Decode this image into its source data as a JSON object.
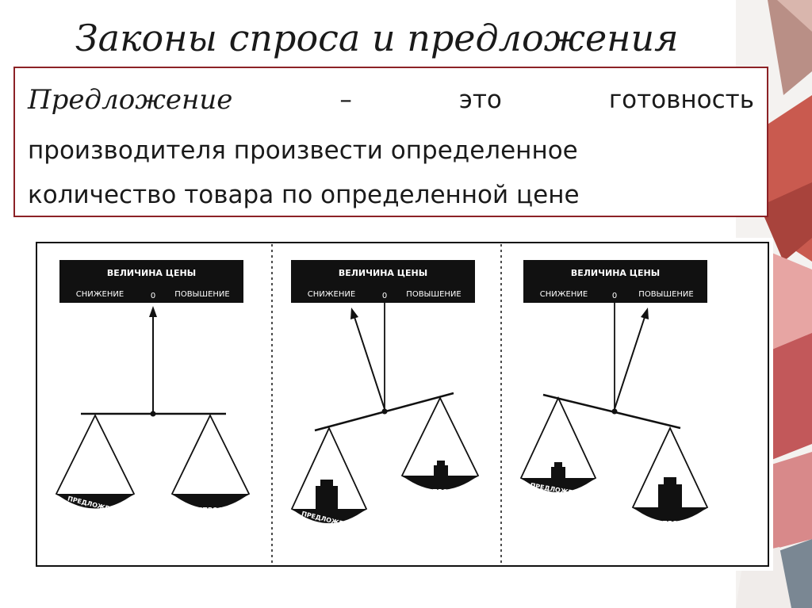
{
  "slide": {
    "title": "Законы спроса и предложения",
    "definition": {
      "term": "Предложение",
      "dash": "–",
      "word_1": "это",
      "word_2": "готовность",
      "line_2": "производителя произвести определенное",
      "line_3": "количество товара по определенной цене"
    }
  },
  "diagram": {
    "panels": [
      {
        "header_title": "ВЕЛИЧИНА ЦЕНЫ",
        "left_label": "СНИЖЕНИЕ",
        "zero": "0",
        "right_label": "ПОВЫШЕНИЕ",
        "left_pan_label": "ПРЕДЛОЖЕНИЕ",
        "right_pan_label": "СПРОС",
        "pointer": "0",
        "supply_weight": "none",
        "demand_weight": "none"
      },
      {
        "header_title": "ВЕЛИЧИНА ЦЕНЫ",
        "left_label": "СНИЖЕНИЕ",
        "zero": "0",
        "right_label": "ПОВЫШЕНИЕ",
        "left_pan_label": "ПРЕДЛОЖЕНИЕ",
        "right_pan_label": "СПРОС",
        "pointer": "СНИЖЕНИЕ",
        "supply_weight": "large",
        "demand_weight": "small"
      },
      {
        "header_title": "ВЕЛИЧИНА ЦЕНЫ",
        "left_label": "СНИЖЕНИЕ",
        "zero": "0",
        "right_label": "ПОВЫШЕНИЕ",
        "left_pan_label": "ПРЕДЛОЖЕНИЕ",
        "right_pan_label": "СПРОС",
        "pointer": "ПОВЫШЕНИЕ",
        "supply_weight": "small",
        "demand_weight": "large"
      }
    ]
  },
  "colors": {
    "box_border": "#8c2226",
    "ink": "#111111",
    "text": "#1a1a1a"
  }
}
